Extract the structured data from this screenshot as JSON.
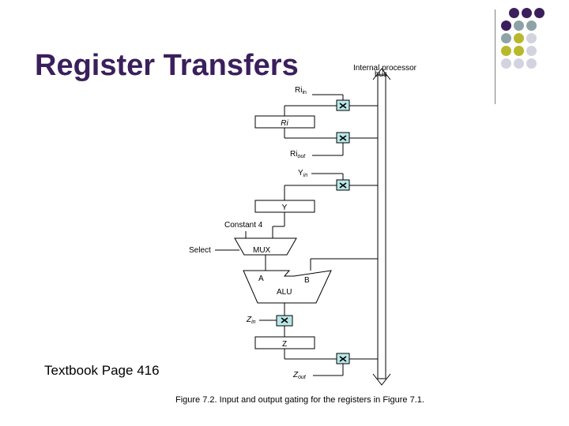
{
  "slide": {
    "title": "Register Transfers",
    "subtitle": "Textbook Page 416",
    "caption": "Figure 7.2.  Input and output gating for the registers in Figure 7.1."
  },
  "diagram": {
    "bus_label_line1": "Internal processor",
    "bus_label_line2": "bus",
    "ri_in": "Ri",
    "ri_in_sub": "in",
    "ri_reg": "Ri",
    "ri_out": "Ri",
    "ri_out_sub": "out",
    "y_in": "Y",
    "y_in_sub": "in",
    "y_reg": "Y",
    "constant": "Constant 4",
    "select": "Select",
    "mux": "MUX",
    "alu_a": "A",
    "alu_b": "B",
    "alu": "ALU",
    "z_in": "Z",
    "z_in_sub": "in",
    "z_reg": "Z",
    "z_out": "Z",
    "z_out_sub": "out"
  },
  "decoration": {
    "dot_colors": [
      "#3b1f5c",
      "#8ea3a6",
      "#b8b82c",
      "#d3d3e0"
    ]
  }
}
